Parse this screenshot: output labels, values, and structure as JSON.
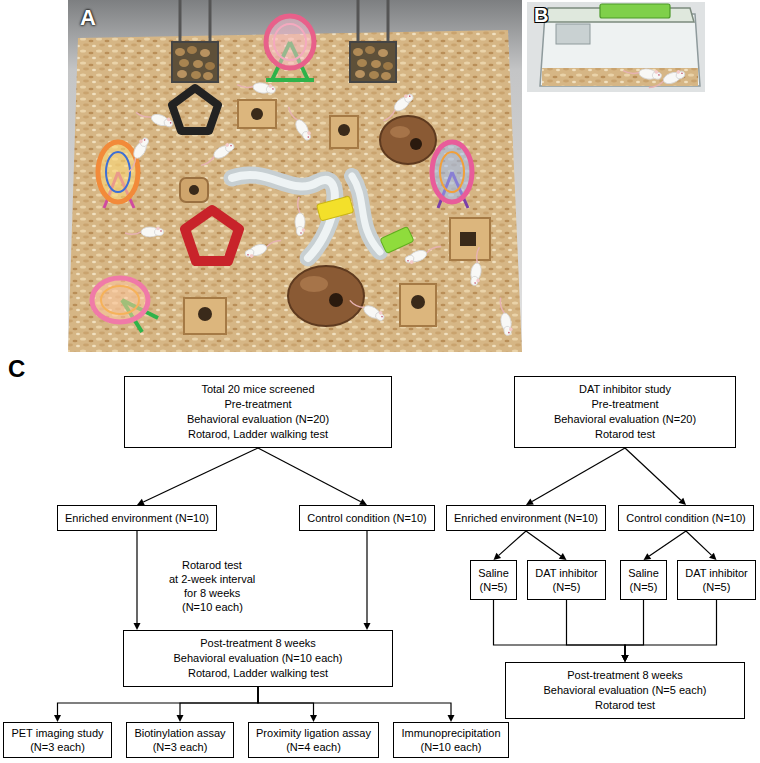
{
  "diagram": {
    "nodes": [
      {
        "text": [
          "Total 20 mice screened",
          "Pre-treatment",
          "Behavioral evaluation (N=20)",
          "Rotarod, Ladder walking test"
        ]
      },
      {
        "text": [
          "Enriched environment (N=10)"
        ]
      },
      {
        "text": [
          "Control condition (N=10)"
        ]
      },
      {
        "text": [
          "Post-treatment 8 weeks",
          "Behavioral evaluation (N=10 each)",
          "Rotarod, Ladder walking test"
        ]
      },
      {
        "text": [
          "PET imaging study",
          "(N=3 each)"
        ]
      },
      {
        "text": [
          "Biotinylation assay",
          "(N=3 each)"
        ]
      },
      {
        "text": [
          "Proximity ligation assay",
          "(N=4 each)"
        ]
      },
      {
        "text": [
          "Immunoprecipitation",
          "(N=10 each)"
        ]
      },
      {
        "text": [
          "DAT inhibitor study",
          "Pre-treatment",
          "Behavioral evaluation (N=20)",
          "Rotarod test"
        ]
      },
      {
        "text": [
          "Enriched environment (N=10)"
        ]
      },
      {
        "text": [
          "Control condition (N=10)"
        ]
      },
      {
        "text": [
          "Saline",
          "(N=5)"
        ]
      },
      {
        "text": [
          "DAT inhibitor",
          "(N=5)"
        ]
      },
      {
        "text": [
          "Saline",
          "(N=5)"
        ]
      },
      {
        "text": [
          "DAT inhibitor",
          "(N=5)"
        ]
      },
      {
        "text": [
          "Post-treatment 8 weeks",
          "Behavioral evaluation (N=5 each)",
          "Rotarod test"
        ]
      }
    ],
    "edges": [
      {
        "from": 0,
        "to": 1,
        "arrow": "to"
      },
      {
        "from": 0,
        "to": 2,
        "arrow": "to"
      },
      {
        "from": 1,
        "to": 3,
        "arrow": "to"
      },
      {
        "from": 2,
        "to": 3,
        "arrow": "to"
      },
      {
        "from": 3,
        "to": 4,
        "arrow": "to"
      },
      {
        "from": 3,
        "to": 5,
        "arrow": "to"
      },
      {
        "from": 3,
        "to": 6,
        "arrow": "to"
      },
      {
        "from": 3,
        "to": 7,
        "arrow": "to"
      },
      {
        "from": 8,
        "to": 9,
        "arrow": "to"
      },
      {
        "from": 8,
        "to": 10,
        "arrow": "to"
      },
      {
        "from": 9,
        "to": 11,
        "arrow": "to"
      },
      {
        "from": 9,
        "to": 12,
        "arrow": "to"
      },
      {
        "from": 10,
        "to": 13,
        "arrow": "to"
      },
      {
        "from": 10,
        "to": 14,
        "arrow": "to"
      },
      {
        "from": 11,
        "to": 15,
        "arrow": "to"
      },
      {
        "from": 12,
        "to": 15,
        "arrow": "to"
      },
      {
        "from": 13,
        "to": 15,
        "arrow": "to"
      },
      {
        "from": 14,
        "to": 15,
        "arrow": "to"
      }
    ],
    "labels": [
      "A",
      "B",
      "C",
      "Rotarod test",
      "at 2-week interval",
      "for 8 weeks",
      "(N=10 each)"
    ]
  }
}
